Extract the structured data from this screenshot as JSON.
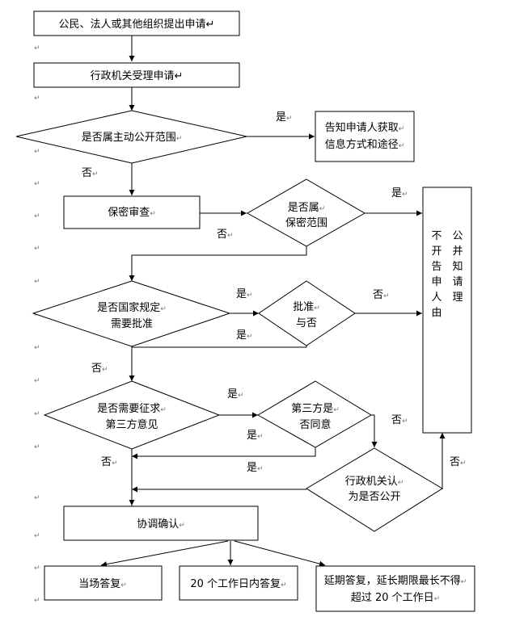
{
  "flowchart": {
    "nodes": {
      "apply": "公民、法人或其他组织提出申请↵",
      "accept": "行政机关受理申请↵",
      "proactive_q": "是否属主动公开范围",
      "inform_line1": "告知申请人获取",
      "inform_line2": "信息方式和途径",
      "secrecy_review": "保密审查",
      "secret_q_line1": "是否属",
      "secret_q_line2": "保密范围",
      "approval_q_line1": "是否国家规定",
      "approval_q_line2": "需要批准",
      "approved_q_line1": "批准",
      "approved_q_line2": "与否",
      "third_q_line1": "是否需要征求",
      "third_q_line2": "第三方意见",
      "third_agree_line1": "第三方是",
      "third_agree_line2": "否同意",
      "agency_q_line1": "行政机关认",
      "agency_q_line2": "为是否公开",
      "refuse_col1": "不开告申人由",
      "refuse_col2": "公并知请理",
      "coordinate": "协调确认",
      "reply_now": "当场答复",
      "reply_20": "20 个工作日内答复",
      "reply_ext_line1": "延期答复，延长期限最长不得",
      "reply_ext_line2": "超过 20 个工作日"
    },
    "edge_labels": {
      "yes": "是",
      "no": "否"
    },
    "paragraph_mark": "↵"
  }
}
